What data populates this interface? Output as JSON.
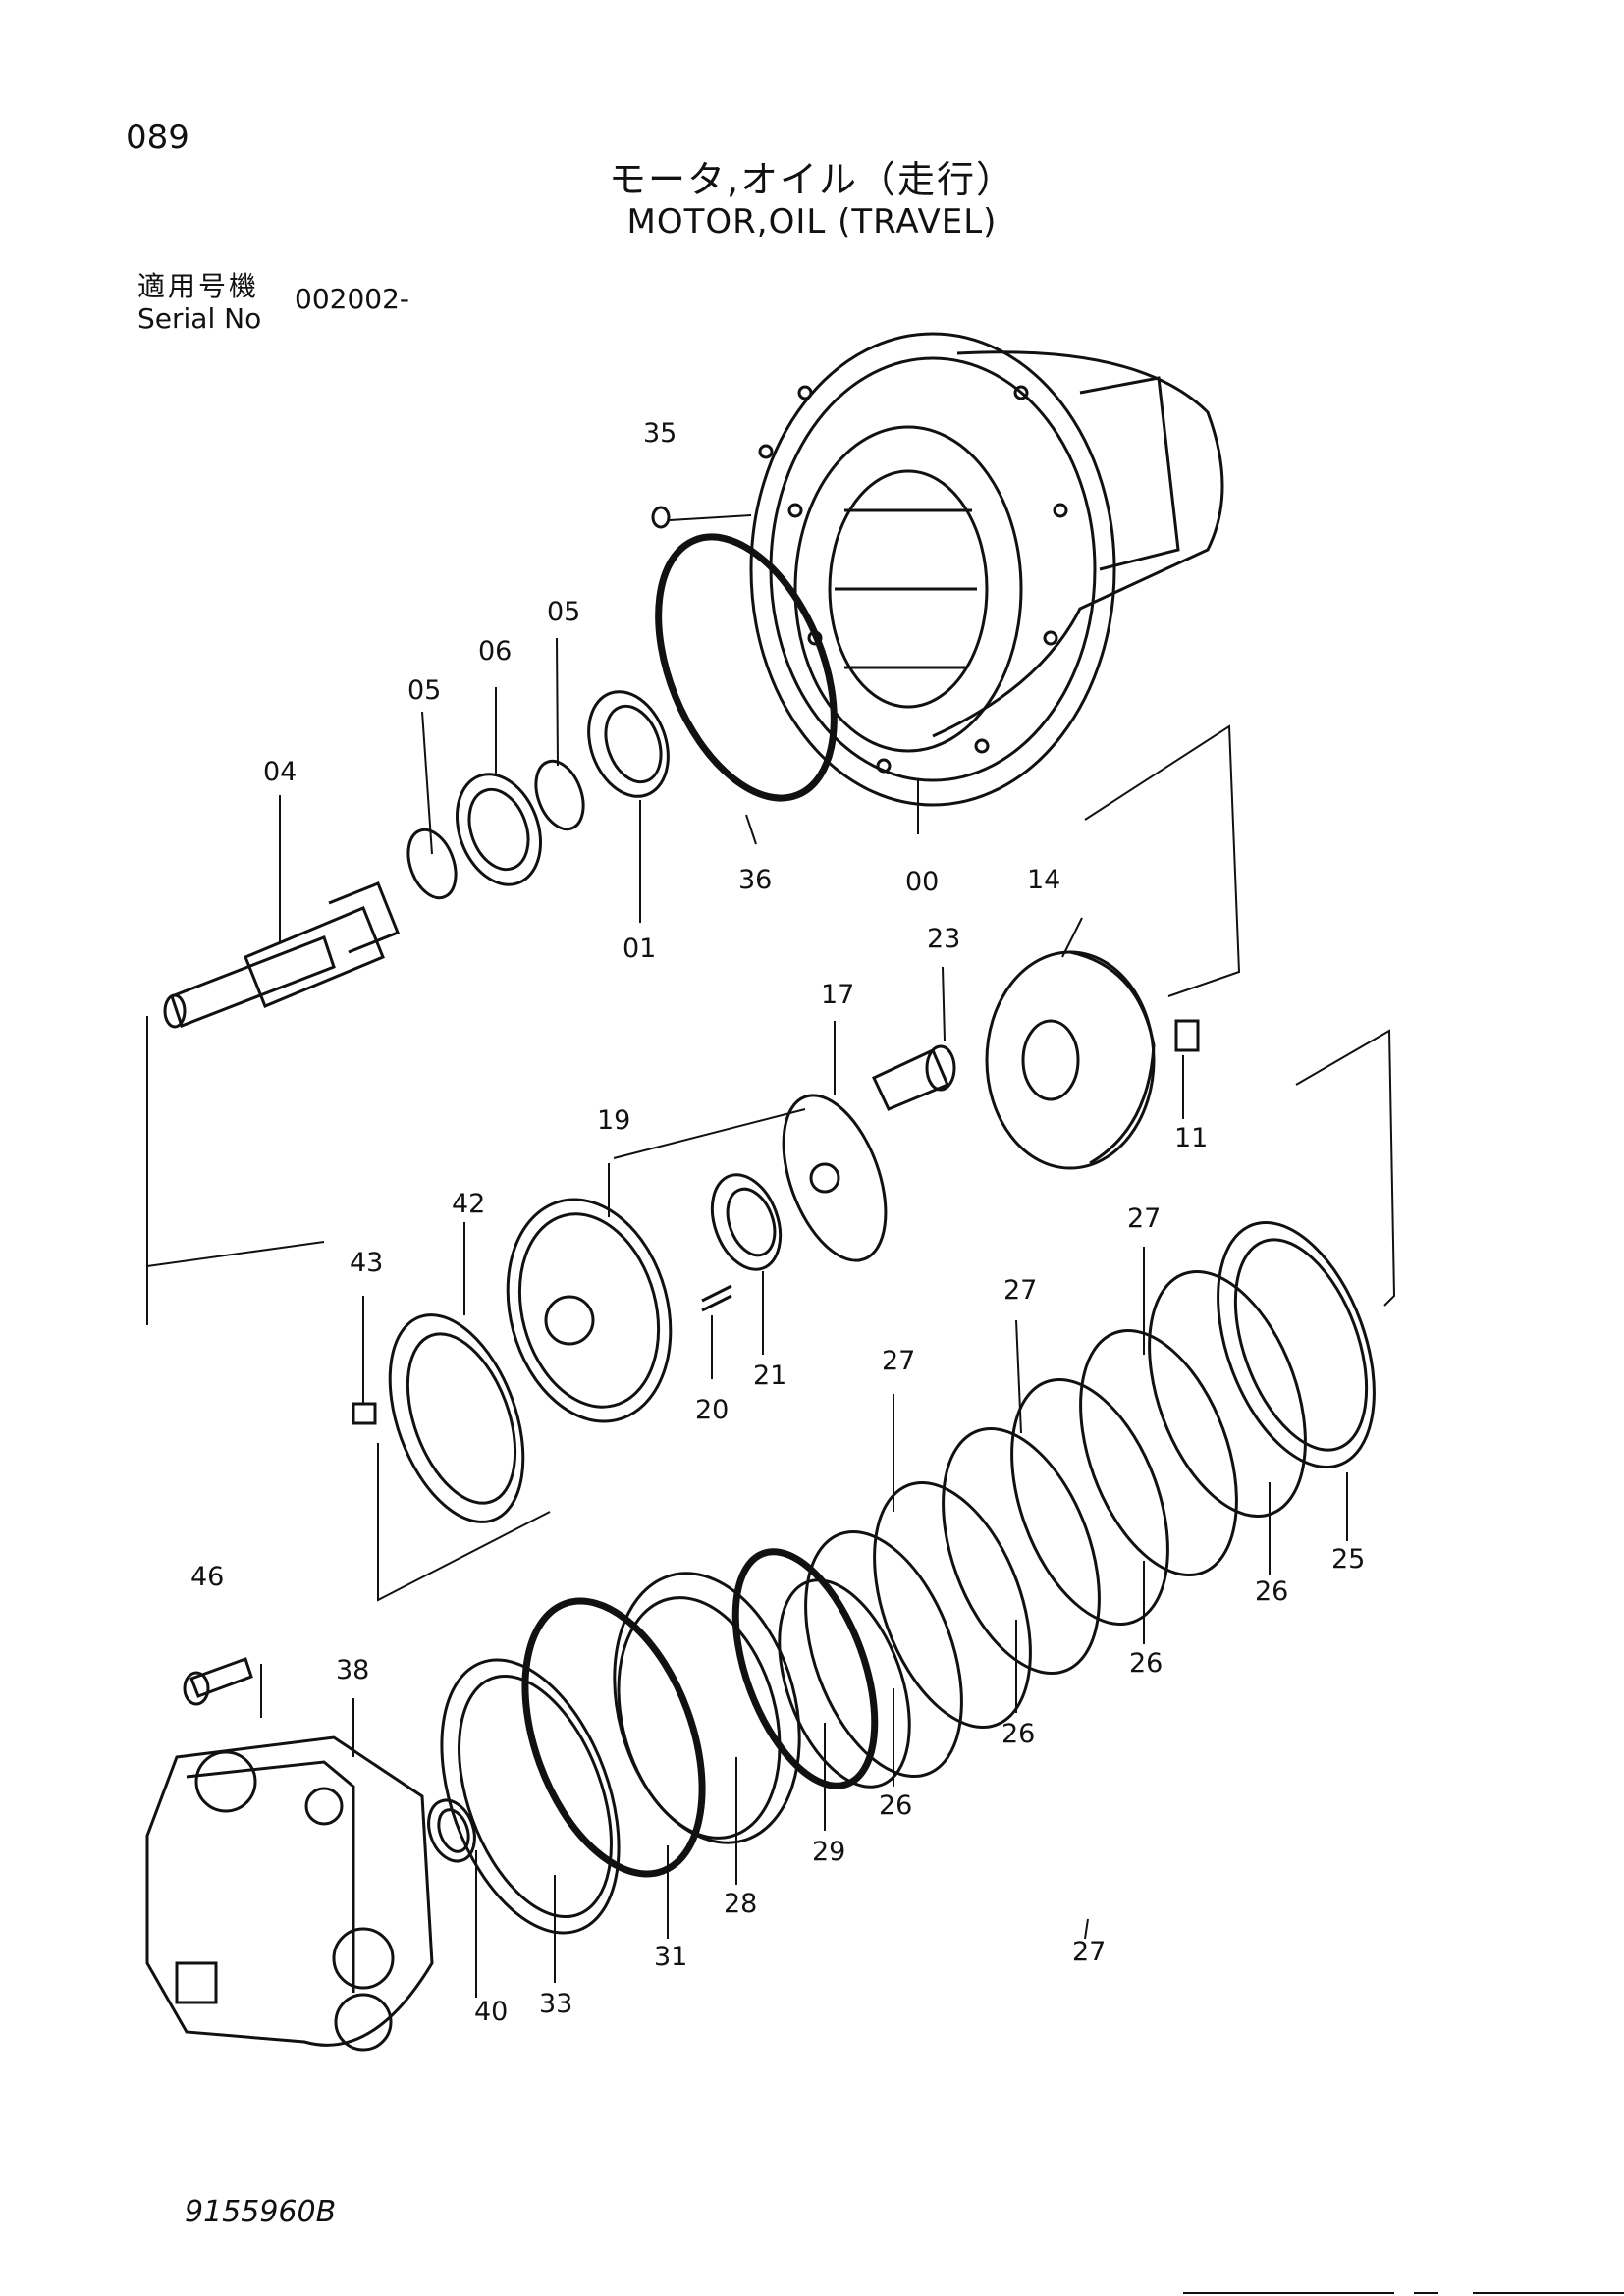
{
  "header": {
    "page_number": "089",
    "title_jp": "モータ,オイル（走行）",
    "title_en": "MOTOR,OIL (TRAVEL)",
    "serial_label_jp": "適用号機",
    "serial_label_en": "Serial No",
    "serial_value": "002002-"
  },
  "footer": {
    "document_number": "9155960B"
  },
  "callouts": [
    "35",
    "05",
    "06",
    "05",
    "04",
    "36",
    "00",
    "01",
    "14",
    "23",
    "17",
    "19",
    "11",
    "42",
    "43",
    "20",
    "21",
    "27",
    "27",
    "27",
    "27",
    "46",
    "38",
    "25",
    "26",
    "26",
    "26",
    "26",
    "29",
    "28",
    "31",
    "33",
    "40"
  ]
}
